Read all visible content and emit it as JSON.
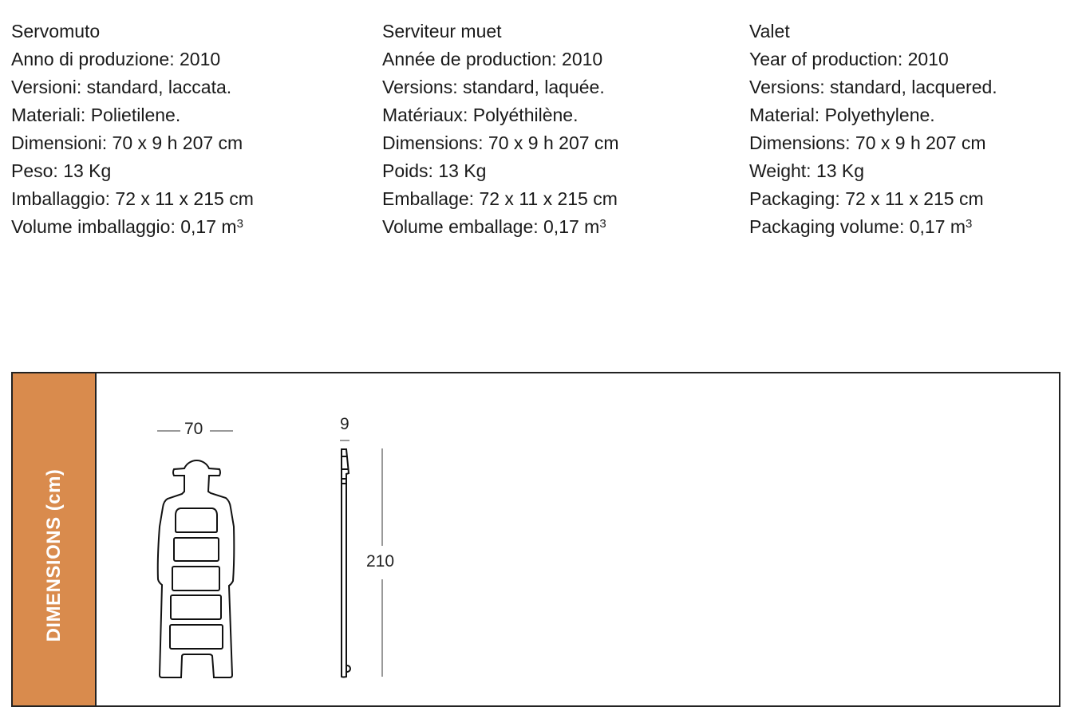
{
  "columns": [
    {
      "lines": [
        "Servomuto",
        "Anno di produzione: 2010",
        "Versioni: standard, laccata.",
        "Materiali: Polietilene.",
        "Dimensioni: 70 x 9 h 207 cm",
        "Peso: 13 Kg",
        "Imballaggio: 72 x 11 x 215 cm"
      ],
      "volume": "Volume imballaggio: 0,17 m",
      "sup": "3"
    },
    {
      "lines": [
        "Serviteur muet",
        "Année de production: 2010",
        "Versions: standard, laquée.",
        "Matériaux: Polyéthilène.",
        "Dimensions: 70 x 9 h 207 cm",
        "Poids: 13 Kg",
        "Emballage: 72 x 11 x 215 cm"
      ],
      "volume": "Volume emballage: 0,17 m",
      "sup": "3"
    },
    {
      "lines": [
        "Valet",
        "Year of production: 2010",
        "Versions: standard, lacquered.",
        "Material: Polyethylene.",
        "Dimensions: 70 x 9 h 207 cm",
        "Weight: 13 Kg",
        "Packaging: 72 x 11 x 215 cm"
      ],
      "volume": "Packaging volume: 0,17 m",
      "sup": "3"
    }
  ],
  "dimensions": {
    "title": "DIMENSIONS (cm)",
    "width": "70",
    "depth": "9",
    "height": "210"
  }
}
